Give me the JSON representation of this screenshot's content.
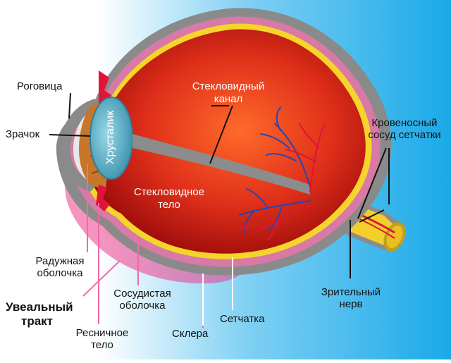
{
  "labels": {
    "cornea": "Роговица",
    "pupil": "Зрачок",
    "lens": "Хрусталик",
    "vitreous_canal": [
      "Стекловидный",
      "канал"
    ],
    "vitreous_body": [
      "Стекловидное",
      "тело"
    ],
    "retinal_vessel": [
      "Кровеносный",
      "сосуд сетчатки"
    ],
    "iris": [
      "Радужная",
      "оболочка"
    ],
    "uveal_tract": [
      "Увеальный",
      "тракт"
    ],
    "ciliary_body": [
      "Ресничное",
      "тело"
    ],
    "choroid": [
      "Сосудистая",
      "оболочка"
    ],
    "sclera": "Склера",
    "retina": "Сетчатка",
    "optic_nerve": [
      "Зрительный",
      "нерв"
    ]
  },
  "colors": {
    "background_left": "#ffffff",
    "background_right": "#19a9e8",
    "sclera": "#8c8c8c",
    "choroid": "#d77aa5",
    "retina": "#f6d52a",
    "vitreous_center": "#f24a1c",
    "vitreous_edge": "#a30c0c",
    "lens": "#5bb6cc",
    "iris": "#c8762a",
    "uveal_highlight": "#ec3c8a",
    "vessel_blue": "#2446b8",
    "vessel_red": "#e0143a",
    "leader_line": "#111111",
    "uveal_line": "#f06aa8"
  }
}
